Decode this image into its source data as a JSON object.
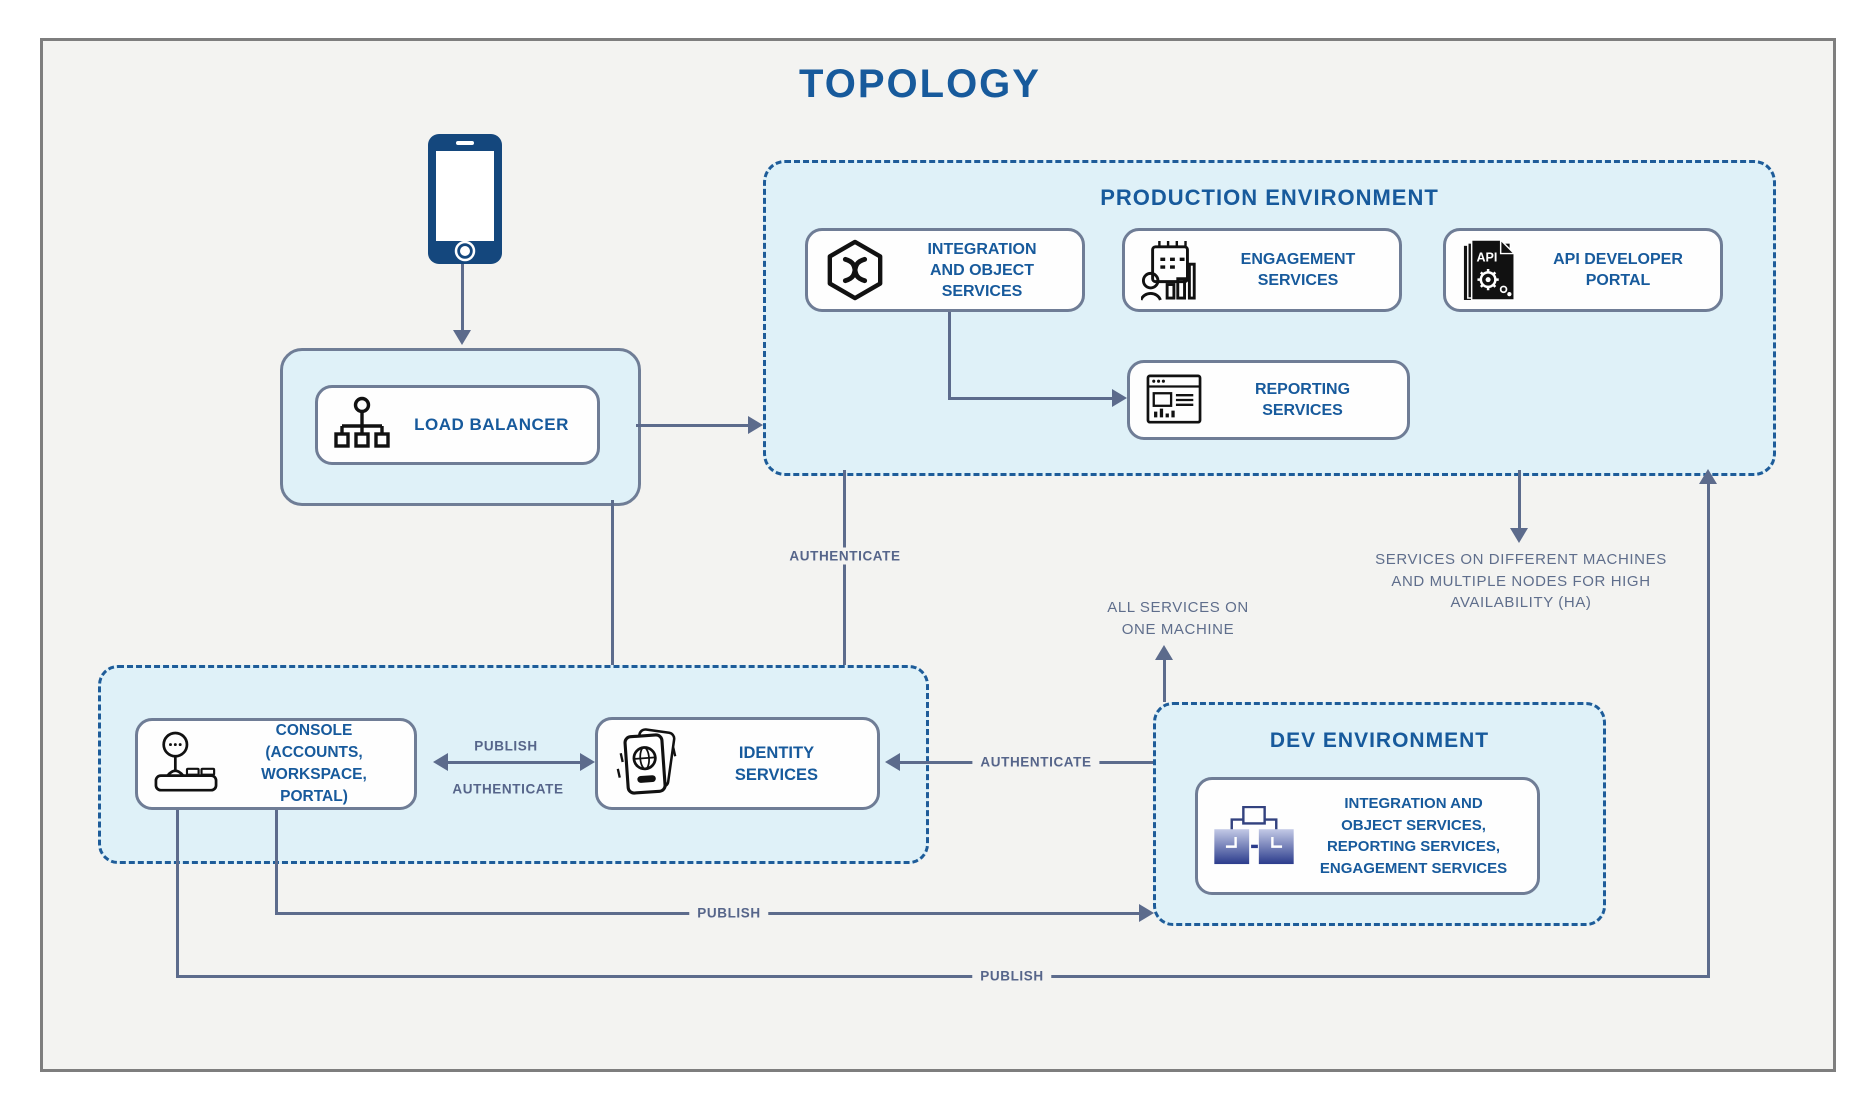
{
  "title": "TOPOLOGY",
  "colors": {
    "accent_blue": "#175A9C",
    "panel_fill": "#DFF1F8",
    "dashed_border": "#1E5C99",
    "solid_border": "#6F7D96",
    "line": "#5C6B8C",
    "phone": "#14477D"
  },
  "icons": {
    "client_device": "smartphone-icon",
    "load_balancer": "hierarchy-icon",
    "integration": "hexagon-knot-icon",
    "engagement": "calendar-person-chart-icon",
    "api_portal": "api-document-gear-icon",
    "reporting": "browser-report-icon",
    "identity": "passport-icon",
    "console": "joystick-icon",
    "dev_services": "connected-servers-icon"
  },
  "load_balancer": {
    "label": "LOAD BALANCER"
  },
  "production": {
    "title": "PRODUCTION ENVIRONMENT",
    "integration": {
      "lines": [
        "INTEGRATION",
        "AND OBJECT",
        "SERVICES"
      ]
    },
    "engagement": {
      "lines": [
        "ENGAGEMENT",
        "SERVICES"
      ]
    },
    "api_portal": {
      "lines": [
        "API DEVELOPER",
        "PORTAL"
      ]
    },
    "reporting": {
      "lines": [
        "REPORTING",
        "SERVICES"
      ]
    }
  },
  "console": {
    "lines": [
      "CONSOLE",
      "(ACCOUNTS,",
      "WORKSPACE, PORTAL)"
    ]
  },
  "identity": {
    "lines": [
      "IDENTITY",
      "SERVICES"
    ]
  },
  "dev": {
    "title": "DEV ENVIRONMENT",
    "services": {
      "lines": [
        "INTEGRATION AND",
        "OBJECT SERVICES,",
        "REPORTING SERVICES,",
        "ENGAGEMENT SERVICES"
      ]
    }
  },
  "edges": {
    "authenticate_prod_identity": "AUTHENTICATE",
    "publish_console_identity": "PUBLISH",
    "authenticate_console_identity": "AUTHENTICATE",
    "authenticate_dev_identity": "AUTHENTICATE",
    "publish_console_dev": "PUBLISH",
    "publish_console_prod": "PUBLISH"
  },
  "notes": {
    "ha": {
      "lines": [
        "SERVICES ON DIFFERENT MACHINES",
        "AND MULTIPLE NODES FOR HIGH",
        "AVAILABILITY (HA)"
      ]
    },
    "one_machine": {
      "lines": [
        "ALL SERVICES ON",
        "ONE MACHINE"
      ]
    }
  }
}
